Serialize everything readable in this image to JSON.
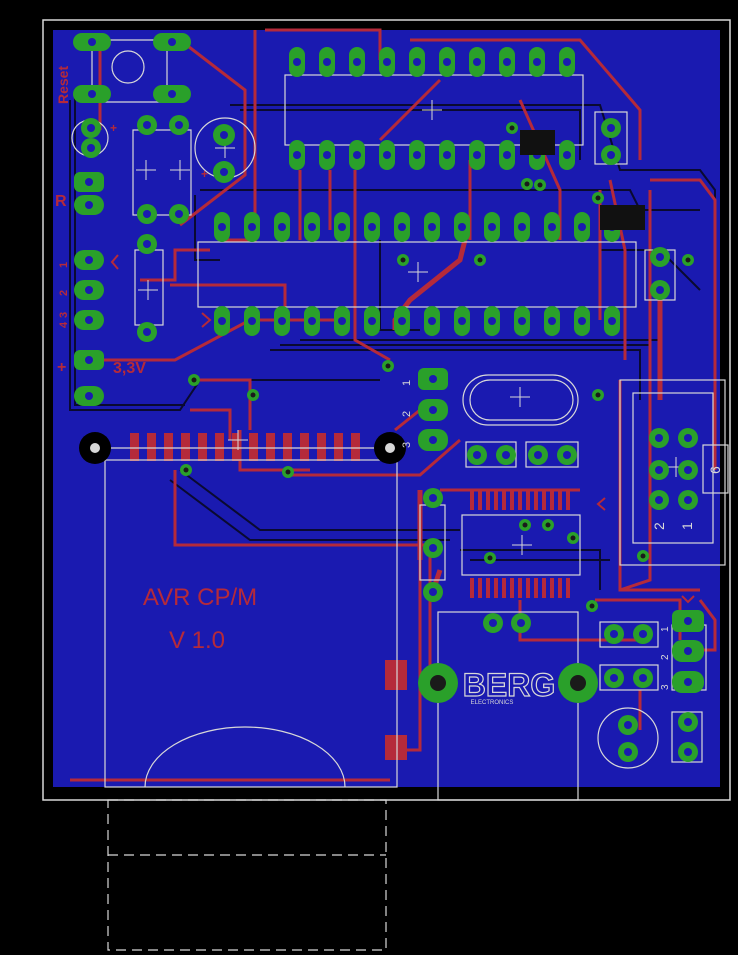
{
  "board": {
    "title_line1": "AVR CP/M",
    "title_line2": "V 1.0",
    "reset_label": "Reset",
    "r_label": "R",
    "pin_labels": [
      "1",
      "2",
      "3",
      "4"
    ],
    "power_label": "3,3V",
    "plus_labels": [
      "+",
      "+",
      "+"
    ],
    "crystal_pins": [
      "1",
      "2",
      "3"
    ],
    "header_pins": [
      "6",
      "2",
      "1"
    ],
    "right_pins": [
      "1",
      "2",
      "3"
    ],
    "logo_text": "BERG",
    "logo_subtext": "ELECTRONICS"
  },
  "colors": {
    "background": "#000000",
    "copper_bottom": "#1a1ab0",
    "copper_top": "#b52a3a",
    "pad": "#2aa02a",
    "silk": "#d8d8d8",
    "via_hole": "#1a1a1a"
  }
}
